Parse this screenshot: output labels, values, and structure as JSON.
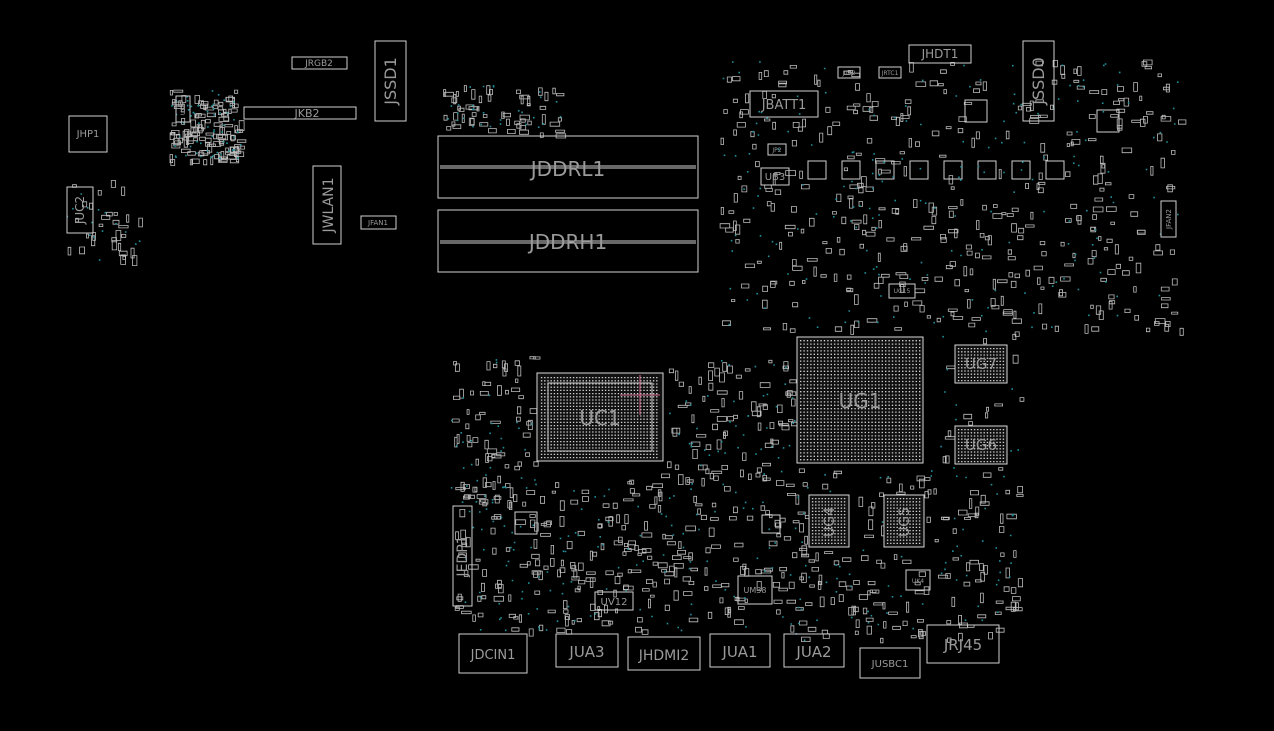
{
  "components": [
    {
      "id": "JRGB2"
    },
    {
      "id": "JSSD1"
    },
    {
      "id": "JKB2"
    },
    {
      "id": "JHP1"
    },
    {
      "id": "JUC2"
    },
    {
      "id": "JWLAN1"
    },
    {
      "id": "JFAN1"
    },
    {
      "id": "JDDRL1"
    },
    {
      "id": "JDDRH1"
    },
    {
      "id": "JBATT1"
    },
    {
      "id": "JHDT1"
    },
    {
      "id": "JSSD0"
    },
    {
      "id": "UB3"
    },
    {
      "id": "JFAN2"
    },
    {
      "id": "UC1"
    },
    {
      "id": "UG1"
    },
    {
      "id": "UG7"
    },
    {
      "id": "UG6"
    },
    {
      "id": "UG4"
    },
    {
      "id": "UG5"
    },
    {
      "id": "JEDP1"
    },
    {
      "id": "UV12"
    },
    {
      "id": "UM38"
    },
    {
      "id": "JDCIN1"
    },
    {
      "id": "JUA3"
    },
    {
      "id": "JHDMI2"
    },
    {
      "id": "JUA1"
    },
    {
      "id": "JUA2"
    },
    {
      "id": "JUSBC1"
    },
    {
      "id": "JRJ45"
    },
    {
      "id": "UK6"
    },
    {
      "id": "JTP2"
    },
    {
      "id": "JRTC1"
    },
    {
      "id": "JP2"
    },
    {
      "id": "UG15"
    },
    {
      "id": "UK4"
    }
  ]
}
